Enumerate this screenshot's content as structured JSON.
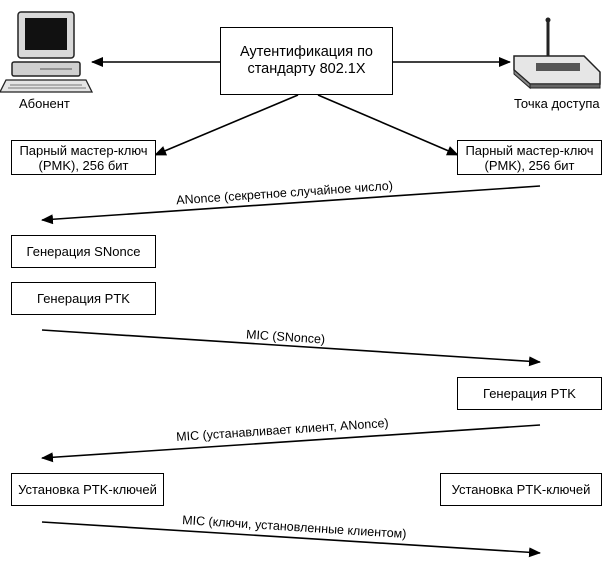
{
  "header": {
    "center_box": "Аутентификация по стандарту 802.1X",
    "left_caption": "Абонент",
    "right_caption": "Точка доступа",
    "left_icon": "computer-icon",
    "right_icon": "wireless-router-icon"
  },
  "left_pmk": "Парный мастер-ключ (PMK), 256 бит",
  "right_pmk": "Парный мастер-ключ (PMK), 256 бит",
  "messages": [
    "ANonce (секретное случайное число)",
    "MIC (SNonce)",
    "MIC (устанавливает клиент, ANonce)",
    "MIC (ключи, установленные клиентом)"
  ],
  "steps": {
    "gen_snonce": "Генерация SNonce",
    "gen_ptk_left": "Генерация PTK",
    "gen_ptk_right": "Генерация PTK",
    "install_left": "Установка PTK-ключей",
    "install_right": "Установка PTK-ключей"
  }
}
